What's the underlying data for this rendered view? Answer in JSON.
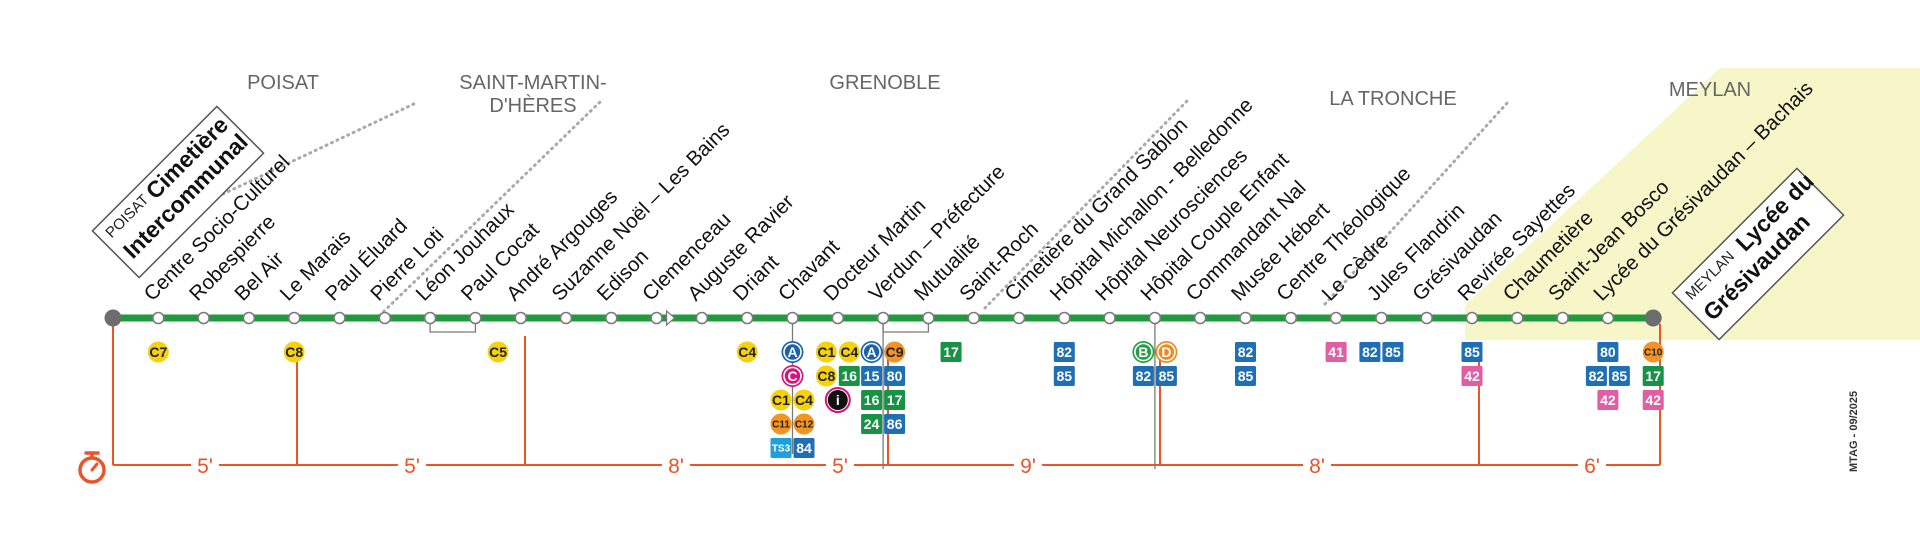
{
  "colors": {
    "line_green": "#1f9a3c",
    "time_orange": "#e9552b",
    "meylan_zone": "#f7f6c8",
    "station_stroke": "#7a7a7a",
    "terminus_fill": "#6d6d6d",
    "dotted": "#a9a9a9",
    "zone_text": "#666666",
    "bus_blue": "#1f6fb5",
    "bus_green": "#189245",
    "bus_pink": "#e15ea2",
    "chrono_yellow": "#f5d20c",
    "chrono_orange": "#f29423",
    "tram_a": "#1b63ad",
    "tram_b": "#23a046",
    "tram_c": "#d4147a",
    "tram_d": "#f08a1d",
    "ts_cyan": "#1fa0d8",
    "info_black": "#111111"
  },
  "zones": [
    {
      "lines": [
        "POISAT"
      ]
    },
    {
      "lines": [
        "SAINT-MARTIN-",
        "D'HÈRES"
      ]
    },
    {
      "lines": [
        "GRENOBLE"
      ]
    },
    {
      "lines": [
        "LA TRONCHE"
      ]
    },
    {
      "lines": [
        "MEYLAN"
      ]
    }
  ],
  "terminus_start": {
    "city": "POISAT",
    "name_lines": [
      "Cimetière",
      "Intercommunal"
    ]
  },
  "terminus_end": {
    "city": "MEYLAN",
    "name_lines": [
      "Lycée du",
      "Grésivaudan"
    ]
  },
  "stations": [
    {
      "name": "Cimetière Intercommunal",
      "label": "",
      "terminus": true
    },
    {
      "name": "Centre Socio-Culturel",
      "label": "Centre Socio-Culturel"
    },
    {
      "name": "Robespierre",
      "label": "Robespierre"
    },
    {
      "name": "Bel Air",
      "label": "Bel Air"
    },
    {
      "name": "Le Marais",
      "label": "Le Marais"
    },
    {
      "name": "Paul Éluard",
      "label": "Paul Éluard"
    },
    {
      "name": "Pierre Loti",
      "label": "Pierre Loti"
    },
    {
      "name": "Léon Jouhaux",
      "label": "Léon Jouhaux"
    },
    {
      "name": "Paul Cocat",
      "label": "Paul Cocat"
    },
    {
      "name": "André Argouges",
      "label": "André Argouges"
    },
    {
      "name": "Suzanne Noël – Les Bains",
      "label": "Suzanne Noël – Les Bains"
    },
    {
      "name": "Edison",
      "label": "Edison"
    },
    {
      "name": "Clemenceau",
      "label": "Clemenceau"
    },
    {
      "name": "Auguste Ravier",
      "label": "Auguste Ravier"
    },
    {
      "name": "Driant",
      "label": "Driant"
    },
    {
      "name": "Chavant",
      "label": "Chavant"
    },
    {
      "name": "Docteur Martin",
      "label": "Docteur Martin"
    },
    {
      "name": "Verdun – Préfecture",
      "label": "Verdun – Préfecture"
    },
    {
      "name": "Mutualité",
      "label": "Mutualité"
    },
    {
      "name": "Saint-Roch",
      "label": "Saint-Roch"
    },
    {
      "name": "Cimetière du Grand Sablon",
      "label": "Cimetière du Grand Sablon"
    },
    {
      "name": "Hôpital Michallon - Belledonne",
      "label": "Hôpital Michallon - Belledonne"
    },
    {
      "name": "Hôpital Neurosciences",
      "label": "Hôpital Neurosciences"
    },
    {
      "name": "Hôpital Couple Enfant",
      "label": "Hôpital Couple Enfant"
    },
    {
      "name": "Commandant Nal",
      "label": "Commandant Nal"
    },
    {
      "name": "Musée Hébert",
      "label": "Musée Hébert"
    },
    {
      "name": "Centre Théologique",
      "label": "Centre Théologique"
    },
    {
      "name": "Le Cèdre",
      "label": "Le Cèdre"
    },
    {
      "name": "Jules Flandrin",
      "label": "Jules Flandrin"
    },
    {
      "name": "Grésivaudan",
      "label": "Grésivaudan"
    },
    {
      "name": "Revirée Sayettes",
      "label": "Revirée Sayettes"
    },
    {
      "name": "Chaumetière",
      "label": "Chaumetière"
    },
    {
      "name": "Saint-Jean Bosco",
      "label": "Saint-Jean Bosco"
    },
    {
      "name": "Lycée du Grésivaudan – Bachais",
      "label": "Lycée du Grésivaudan – Bachais"
    },
    {
      "name": "Lycée du Grésivaudan",
      "label": "",
      "terminus": true
    }
  ],
  "connections": [
    {
      "station": 1,
      "rows": [
        [
          {
            "t": "chrono",
            "l": "C7"
          }
        ]
      ]
    },
    {
      "station": 4,
      "rows": [
        [
          {
            "t": "chrono",
            "l": "C8"
          }
        ]
      ]
    },
    {
      "station": 8.5,
      "rows": [
        [
          {
            "t": "chrono",
            "l": "C5"
          }
        ]
      ]
    },
    {
      "station": 14,
      "rows": [
        [
          {
            "t": "chrono",
            "l": "C4"
          }
        ]
      ]
    },
    {
      "station": 15,
      "rows": [
        [
          {
            "t": "tram_a",
            "l": "A"
          }
        ],
        [
          {
            "t": "tram_c",
            "l": "C"
          }
        ],
        [
          {
            "t": "chrono",
            "l": "C1"
          },
          {
            "t": "chrono",
            "l": "C4"
          }
        ],
        [
          {
            "t": "chrono_o",
            "l": "C11"
          },
          {
            "t": "chrono_o",
            "l": "C12"
          }
        ],
        [
          {
            "t": "ts",
            "l": "TS3"
          },
          {
            "t": "bus_blue",
            "l": "84"
          }
        ]
      ]
    },
    {
      "station": 16,
      "rows": [
        [
          {
            "t": "chrono",
            "l": "C1"
          },
          {
            "t": "chrono",
            "l": "C4"
          }
        ],
        [
          {
            "t": "chrono",
            "l": "C8"
          },
          {
            "t": "bus_green",
            "l": "16"
          }
        ],
        [
          {
            "t": "info",
            "l": "i"
          }
        ]
      ]
    },
    {
      "station": 17,
      "rows": [
        [
          {
            "t": "tram_a",
            "l": "A"
          },
          {
            "t": "chrono_o",
            "l": "C9"
          }
        ],
        [
          {
            "t": "bus_blue",
            "l": "15"
          },
          {
            "t": "bus_blue",
            "l": "80"
          }
        ],
        [
          {
            "t": "bus_green",
            "l": "16"
          },
          {
            "t": "bus_green",
            "l": "17"
          }
        ],
        [
          {
            "t": "bus_green",
            "l": "24"
          },
          {
            "t": "bus_blue",
            "l": "86"
          }
        ]
      ]
    },
    {
      "station": 18.5,
      "rows": [
        [
          {
            "t": "bus_green",
            "l": "17"
          }
        ]
      ]
    },
    {
      "station": 21,
      "rows": [
        [
          {
            "t": "bus_blue",
            "l": "82"
          }
        ],
        [
          {
            "t": "bus_blue",
            "l": "85"
          }
        ]
      ]
    },
    {
      "station": 23,
      "rows": [
        [
          {
            "t": "tram_b",
            "l": "B"
          },
          {
            "t": "tram_d",
            "l": "D"
          }
        ],
        [
          {
            "t": "bus_blue",
            "l": "82"
          },
          {
            "t": "bus_blue",
            "l": "85"
          }
        ]
      ]
    },
    {
      "station": 25,
      "rows": [
        [
          {
            "t": "bus_blue",
            "l": "82"
          }
        ],
        [
          {
            "t": "bus_blue",
            "l": "85"
          }
        ]
      ]
    },
    {
      "station": 27,
      "rows": [
        [
          {
            "t": "bus_pink",
            "l": "41"
          }
        ]
      ]
    },
    {
      "station": 28,
      "rows": [
        [
          {
            "t": "bus_blue",
            "l": "82"
          },
          {
            "t": "bus_blue",
            "l": "85"
          }
        ]
      ]
    },
    {
      "station": 30,
      "rows": [
        [
          {
            "t": "bus_blue",
            "l": "85"
          }
        ],
        [
          {
            "t": "bus_pink",
            "l": "42"
          }
        ]
      ]
    },
    {
      "station": 33,
      "rows": [
        [
          {
            "t": "bus_blue",
            "l": "80"
          }
        ],
        [
          {
            "t": "bus_blue",
            "l": "82"
          },
          {
            "t": "bus_blue",
            "l": "85"
          }
        ],
        [
          {
            "t": "bus_pink",
            "l": "42"
          }
        ]
      ]
    },
    {
      "station": 34,
      "rows": [
        [
          {
            "t": "chrono_o",
            "l": "C10"
          }
        ],
        [
          {
            "t": "bus_green",
            "l": "17"
          }
        ],
        [
          {
            "t": "bus_pink",
            "l": "42"
          }
        ]
      ]
    }
  ],
  "travel_times": [
    {
      "label": "5'"
    },
    {
      "label": "5'"
    },
    {
      "label": "8'"
    },
    {
      "label": "5'"
    },
    {
      "label": "9'"
    },
    {
      "label": "8'"
    },
    {
      "label": "6'"
    }
  ],
  "footer_code": "MTAG - 09/2025"
}
